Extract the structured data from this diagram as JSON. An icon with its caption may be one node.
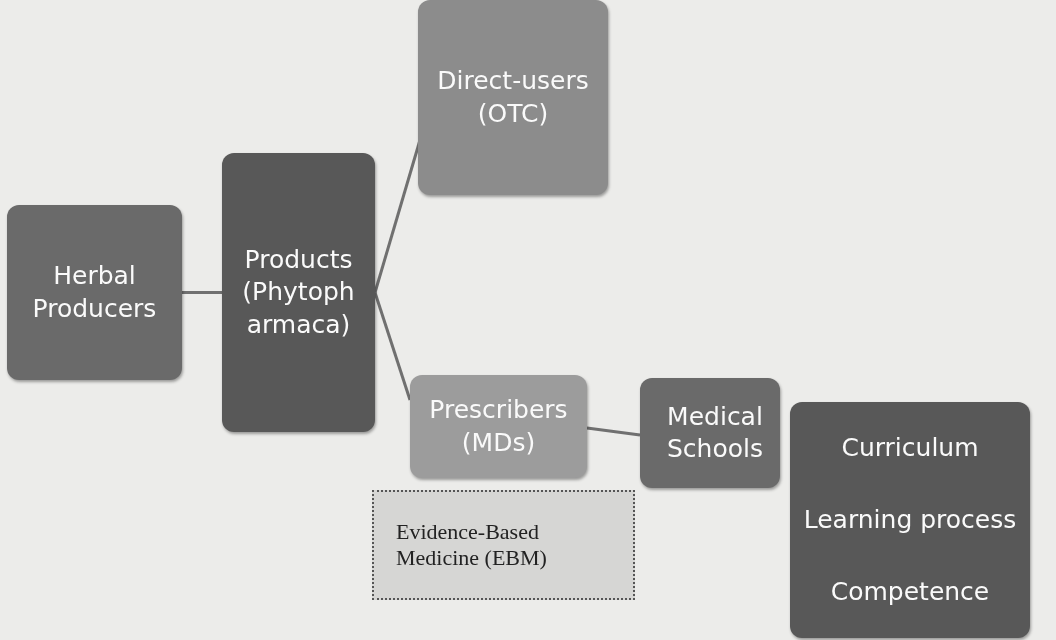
{
  "diagram": {
    "nodes": [
      {
        "text": [
          "Herbal Producers"
        ]
      },
      {
        "text": [
          "Products (Phytoph armaca)"
        ]
      },
      {
        "text": [
          "Direct-users (OTC)"
        ]
      },
      {
        "text": [
          "Prescribers (MDs)"
        ]
      },
      {
        "text": [
          "Evidence-Based Medicine (EBM)"
        ]
      },
      {
        "text": [
          "Medical Schools"
        ]
      },
      {
        "text": [
          "Curriculum",
          "Learning process",
          "Competence"
        ]
      }
    ],
    "edges": [
      {
        "from": 0,
        "to": 1,
        "arrow": "none"
      },
      {
        "from": 1,
        "to": 2,
        "arrow": "none"
      },
      {
        "from": 1,
        "to": 3,
        "arrow": "none"
      },
      {
        "from": 3,
        "to": 5,
        "arrow": "none"
      }
    ]
  }
}
